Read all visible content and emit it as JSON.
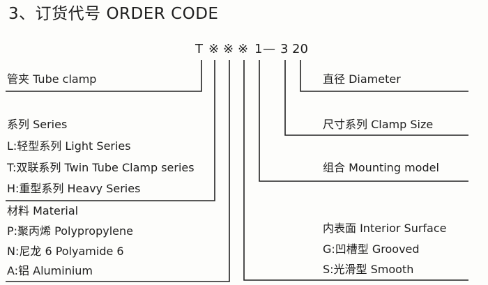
{
  "title": "3、订货代号 ORDER CODE",
  "code_chars": [
    "T",
    "※",
    "※",
    "※",
    "1",
    "—",
    "3",
    "20"
  ],
  "left": {
    "tube_clamp": "管夹 Tube clamp",
    "series": {
      "heading": "系列 Series",
      "items": [
        "L:轻型系列 Light Series",
        "T:双联系列 Twin Tube Clamp series",
        "H:重型系列 Heavy Series"
      ]
    },
    "material": {
      "heading": "材料 Material",
      "items": [
        "P:聚丙烯 Polypropylene",
        "N:尼龙 6 Polyamide 6",
        "A:铝 Aluminium"
      ]
    }
  },
  "right": {
    "diameter": "直径 Diameter",
    "clamp_size": "尺寸系列 Clamp Size",
    "mounting": "组合 Mounting model",
    "surface": {
      "heading": "内表面 Interior Surface",
      "items": [
        "G:凹槽型 Grooved",
        "S:光滑型 Smooth"
      ]
    }
  }
}
